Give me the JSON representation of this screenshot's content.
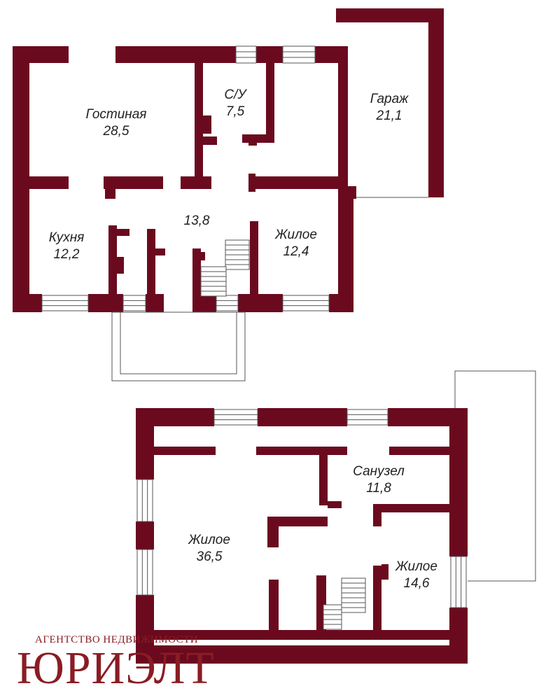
{
  "colors": {
    "wall": "#6b0a1e",
    "window_fill": "#ffffff",
    "line": "#555555",
    "logo": "#8a1c24"
  },
  "floor1": {
    "rooms": [
      {
        "id": "living",
        "name": "Гостиная",
        "area": "28,5"
      },
      {
        "id": "bath",
        "name": "С/У",
        "area": "7,5"
      },
      {
        "id": "garage",
        "name": "Гараж",
        "area": "21,1"
      },
      {
        "id": "hall",
        "name": "",
        "area": "13,8"
      },
      {
        "id": "kitchen",
        "name": "Кухня",
        "area": "12,2"
      },
      {
        "id": "room1",
        "name": "Жилое",
        "area": "12,4"
      }
    ]
  },
  "floor2": {
    "rooms": [
      {
        "id": "bathroom",
        "name": "Санузел",
        "area": "11,8"
      },
      {
        "id": "living-big",
        "name": "Жилое",
        "area": "36,5"
      },
      {
        "id": "room2",
        "name": "Жилое",
        "area": "14,6"
      }
    ]
  },
  "logo": {
    "subtitle": "АГЕНТСТВО НЕДВИЖИМОСТИ",
    "name": "ЮРИЭЛТ"
  }
}
